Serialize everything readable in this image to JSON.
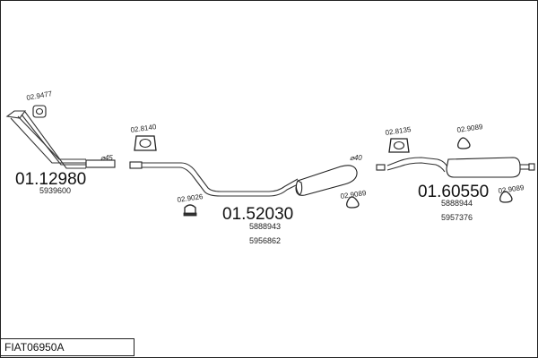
{
  "diagram": {
    "code": "FIAT06950A",
    "parts": [
      {
        "part_no": "01.12980",
        "oe_refs": [
          "5939600"
        ]
      },
      {
        "part_no": "01.52030",
        "oe_refs": [
          "5888943",
          "5956862"
        ]
      },
      {
        "part_no": "01.60550",
        "oe_refs": [
          "5888944",
          "5957376"
        ]
      }
    ],
    "fittings": [
      "02.9477",
      "02.8140",
      "02.9026",
      "02.8135",
      "02.9089",
      "02.9089",
      "02.9089"
    ],
    "diameters": [
      "⌀45",
      "⌀40"
    ]
  }
}
